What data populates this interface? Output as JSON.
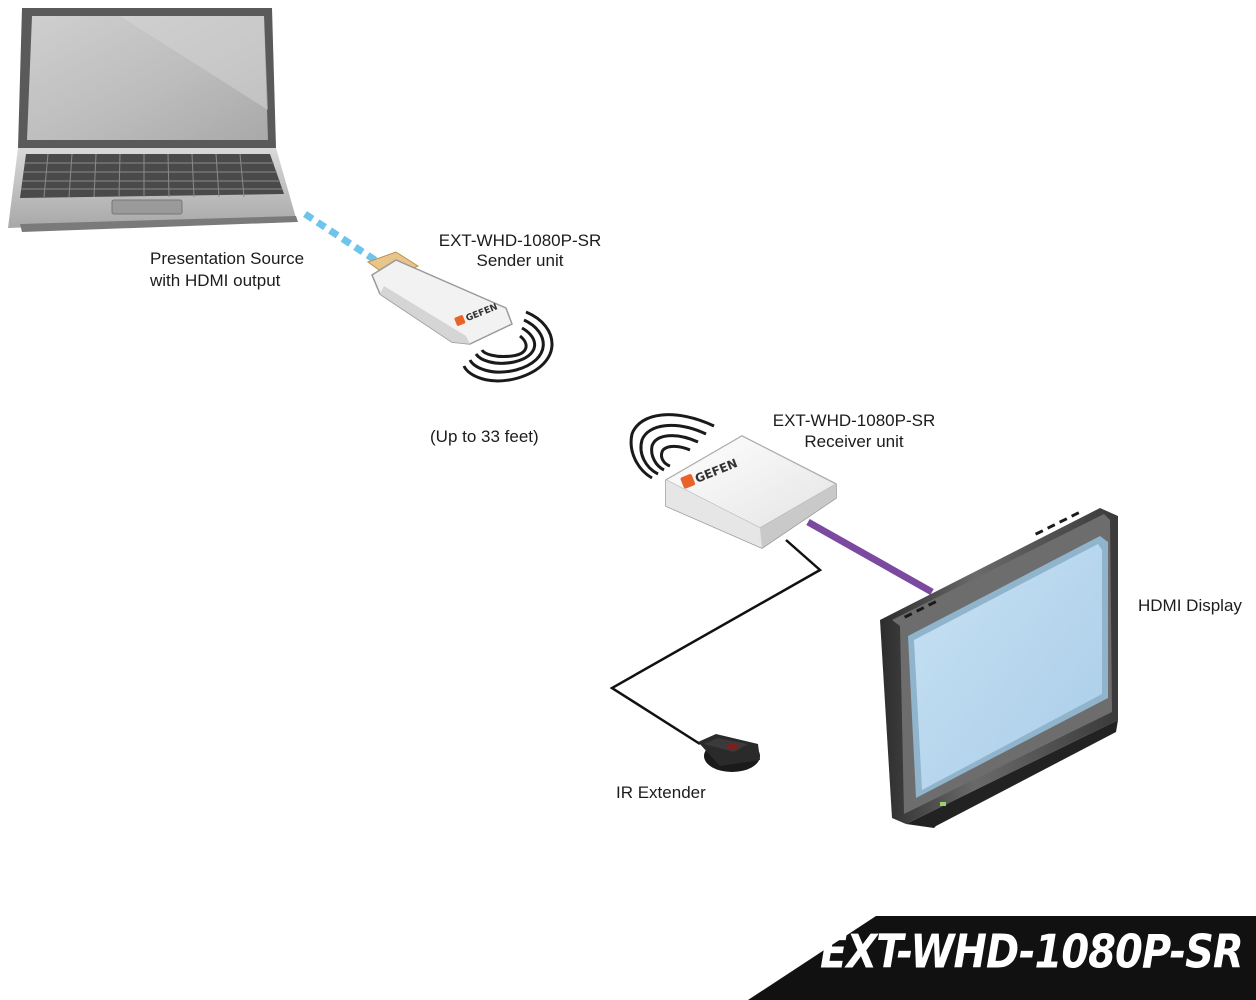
{
  "labels": {
    "source_line1": "Presentation Source",
    "source_line2": "with HDMI output",
    "sender_line1": "EXT-WHD-1080P-SR",
    "sender_line2": "Sender unit",
    "distance": "(Up to 33 feet)",
    "receiver_line1": "EXT-WHD-1080P-SR",
    "receiver_line2": "Receiver unit",
    "display": "HDMI Display",
    "ir": "IR Extender"
  },
  "brand": {
    "logo_text": "GEFEN",
    "logo_color": "#e8622a"
  },
  "banner": {
    "title": "EXT-WHD-1080P-SR",
    "background": "#111111"
  },
  "colors": {
    "hdmi_cable": "#7b4aa0",
    "wireless_link": "#6ec4ea",
    "ir_cable": "#111111",
    "screen": "#b7d7ee"
  },
  "icons": [
    "laptop-icon",
    "sender-dongle-icon",
    "receiver-box-icon",
    "wireless-waves-icon",
    "hdmi-display-icon",
    "ir-extender-icon"
  ]
}
